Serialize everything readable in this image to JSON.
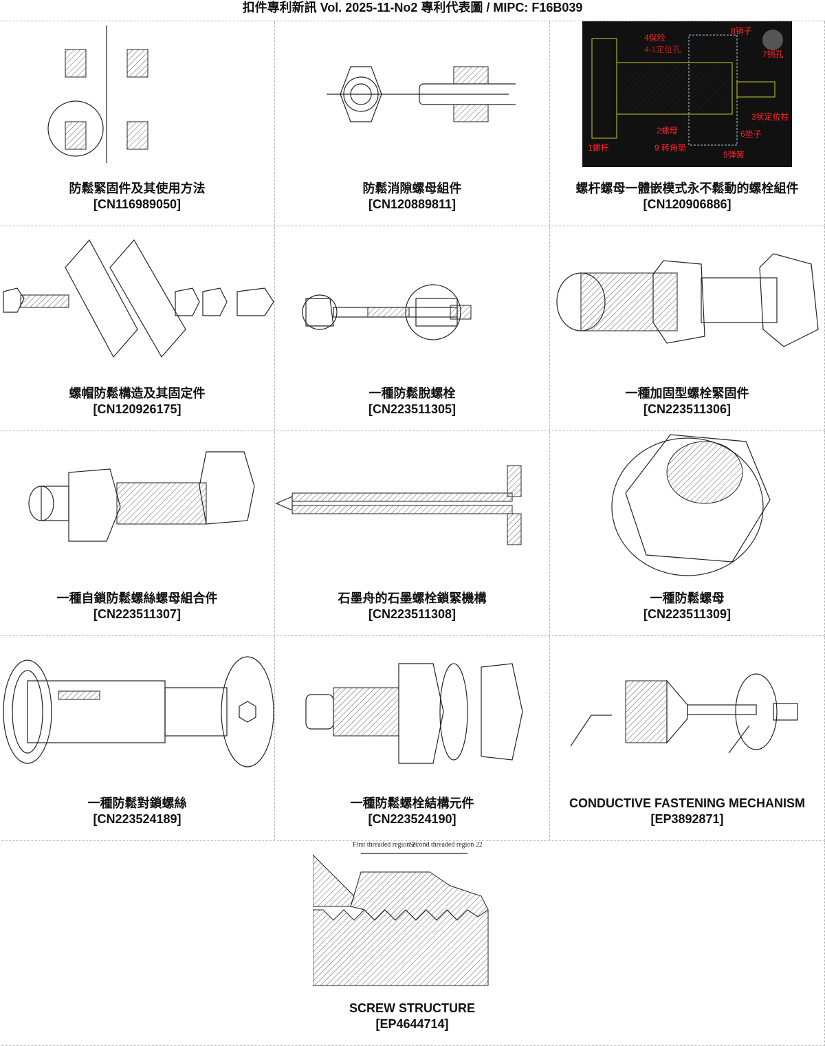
{
  "header": {
    "title": "扣件專利新訊  Vol. 2025-11-No2  專利代表圖  /  MIPC:  F16B039"
  },
  "patents": [
    {
      "title": "防鬆緊固件及其使用方法",
      "number": "[CN116989050]"
    },
    {
      "title": "防鬆消隙螺母組件",
      "number": "[CN120889811]"
    },
    {
      "title": "螺杆螺母一體嵌模式永不鬆動的螺栓組件",
      "number": "[CN120906886]"
    },
    {
      "title": "螺帽防鬆構造及其固定件",
      "number": "[CN120926175]"
    },
    {
      "title": "一種防鬆脫螺栓",
      "number": "[CN223511305]"
    },
    {
      "title": "一種加固型螺栓緊固件",
      "number": "[CN223511306]"
    },
    {
      "title": "一種自鎖防鬆螺絲螺母組合件",
      "number": "[CN223511307]"
    },
    {
      "title": "石墨舟的石墨螺栓鎖緊機構",
      "number": "[CN223511308]"
    },
    {
      "title": "一種防鬆螺母",
      "number": "[CN223511309]"
    },
    {
      "title": "一種防鬆對鎖螺絲",
      "number": "[CN223524189]"
    },
    {
      "title": "一種防鬆螺栓結構元件",
      "number": "[CN223524190]"
    },
    {
      "title": "CONDUCTIVE FASTENING MECHANISM",
      "number": "[EP3892871]"
    },
    {
      "title": "SCREW STRUCTURE",
      "number": "[EP4644714]"
    }
  ],
  "cad_labels": {
    "l1": "1螺杆",
    "l2": "2螺母",
    "l3": "3状定位柱",
    "l4": "4保险",
    "l41": "4-1定位孔",
    "l5": "5弹簧",
    "l6": "6垫子",
    "l7": "7销孔",
    "l8": "8销子",
    "l9": "9 转角垫"
  },
  "screw_labels": {
    "r1": "First threaded region 21",
    "r2": "Second threaded region 22"
  }
}
